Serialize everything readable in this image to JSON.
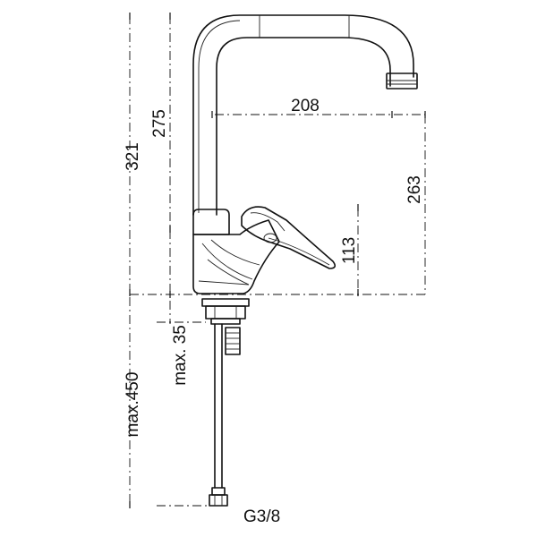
{
  "dimensions": {
    "spout_height": "321",
    "spout_inner_height": "275",
    "spout_reach": "208",
    "outlet_height": "263",
    "lever_height": "113",
    "max_deck_thickness": "max. 35",
    "max_hose_length": "max.450",
    "connection_thread": "G3/8"
  }
}
